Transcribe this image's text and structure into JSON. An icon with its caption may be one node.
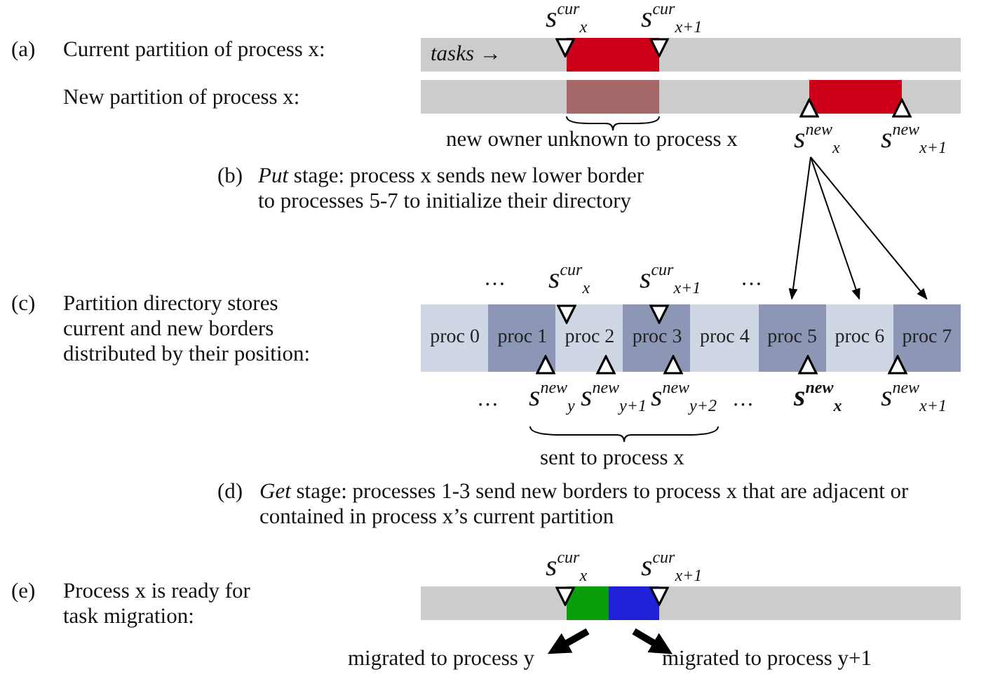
{
  "diagram": {
    "nodes": [
      {
        "text": [
          "s$^{new}$$_{x}$"
        ]
      },
      {
        "text": [
          "proc 0"
        ]
      },
      {
        "text": [
          "proc 1"
        ]
      },
      {
        "text": [
          "proc 2"
        ]
      },
      {
        "text": [
          "proc 3"
        ]
      },
      {
        "text": [
          "proc 4"
        ]
      },
      {
        "text": [
          "proc 5"
        ]
      },
      {
        "text": [
          "proc 6"
        ]
      },
      {
        "text": [
          "proc 7"
        ]
      },
      {
        "text": [],
        "shape": "box"
      },
      {
        "text": [],
        "shape": "box"
      },
      {
        "text": [
          "migrated to process y"
        ]
      },
      {
        "text": [
          "migrated to process y+1"
        ]
      }
    ],
    "edges": [
      {
        "from": 0,
        "to": 6,
        "arrow": "to"
      },
      {
        "from": 0,
        "to": 7,
        "arrow": "to"
      },
      {
        "from": 0,
        "to": 8,
        "arrow": "to"
      },
      {
        "from": 9,
        "to": 11,
        "arrow": "to",
        "style": "thick"
      },
      {
        "from": 10,
        "to": 12,
        "arrow": "to",
        "style": "thick"
      }
    ],
    "labels": [
      "(a)",
      "Current partition of process x:",
      "New partition of process x:",
      "tasks →",
      "s$^{cur}$$_{x}$",
      "s$^{cur}$$_{x+1}$",
      "new owner unknown to process x",
      "s$^{new}$$_{x+1}$",
      "(b)",
      "*Put* stage: process x sends new lower border to processes 5-7 to initialize their directory",
      "(c)",
      "Partition directory stores current and new borders distributed by their position:",
      "…",
      "s$^{cur}$$_{x}$",
      "s$^{cur}$$_{x+1}$",
      "…",
      "…",
      "s$^{new}$$_{y}$",
      "s$^{new}$$_{y+1}$",
      "s$^{new}$$_{y+2}$",
      "…",
      "s$^{new}$$_{x}$",
      "s$^{new}$$_{x+1}$",
      "sent to process x",
      "(d)",
      "*Get* stage: processes 1-3 send new borders to process x that are adjacent or contained in process x’s current partition",
      "(e)",
      "Process x is ready for task migration:",
      "s$^{cur}$$_{x}$",
      "s$^{cur}$$_{x+1}$"
    ]
  }
}
